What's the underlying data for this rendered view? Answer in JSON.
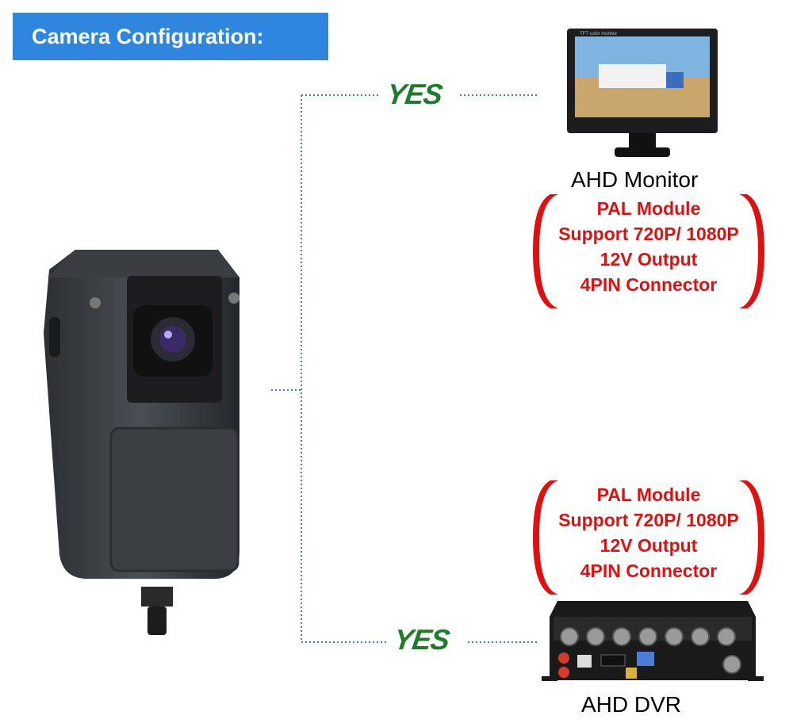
{
  "header": {
    "title": "Camera Configuration:"
  },
  "connections": [
    {
      "status": "YES",
      "device": "AHD Monitor"
    },
    {
      "status": "YES",
      "device": "AHD DVR"
    }
  ],
  "monitor_screen_text": "TFT color monitor",
  "specs": [
    "PAL Module",
    "Support 720P/ 1080P",
    "12V Output",
    "4PIN Connector"
  ],
  "colors": {
    "banner": "#2e86de",
    "yes": "#1f7a2a",
    "spec_text": "#e01010",
    "bracket": "#e01010",
    "line": "#4a7fb5"
  },
  "icons": [
    "camera-icon",
    "monitor-icon",
    "dvr-icon"
  ]
}
